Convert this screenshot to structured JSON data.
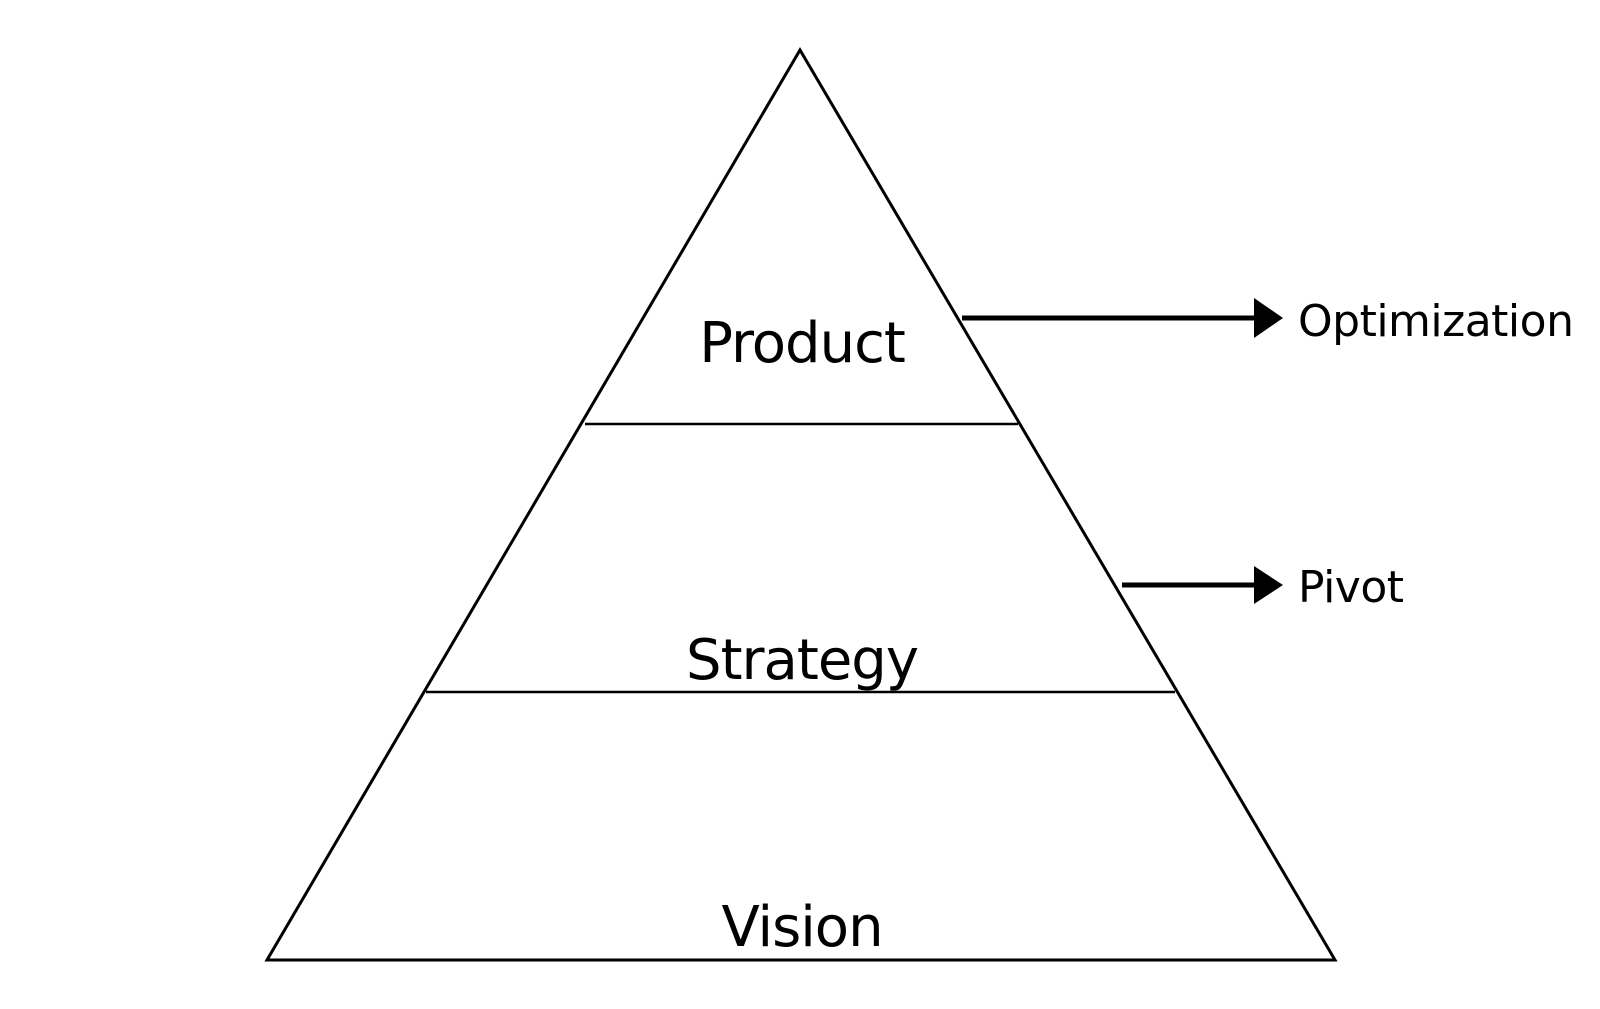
{
  "pyramid": {
    "layers": [
      {
        "label": "Product"
      },
      {
        "label": "Strategy"
      },
      {
        "label": "Vision"
      }
    ]
  },
  "arrows": [
    {
      "label": "Optimization",
      "target_layer": "Product"
    },
    {
      "label": "Pivot",
      "target_layer": "Strategy"
    }
  ],
  "colors": {
    "stroke": "#000000",
    "background": "#ffffff"
  }
}
